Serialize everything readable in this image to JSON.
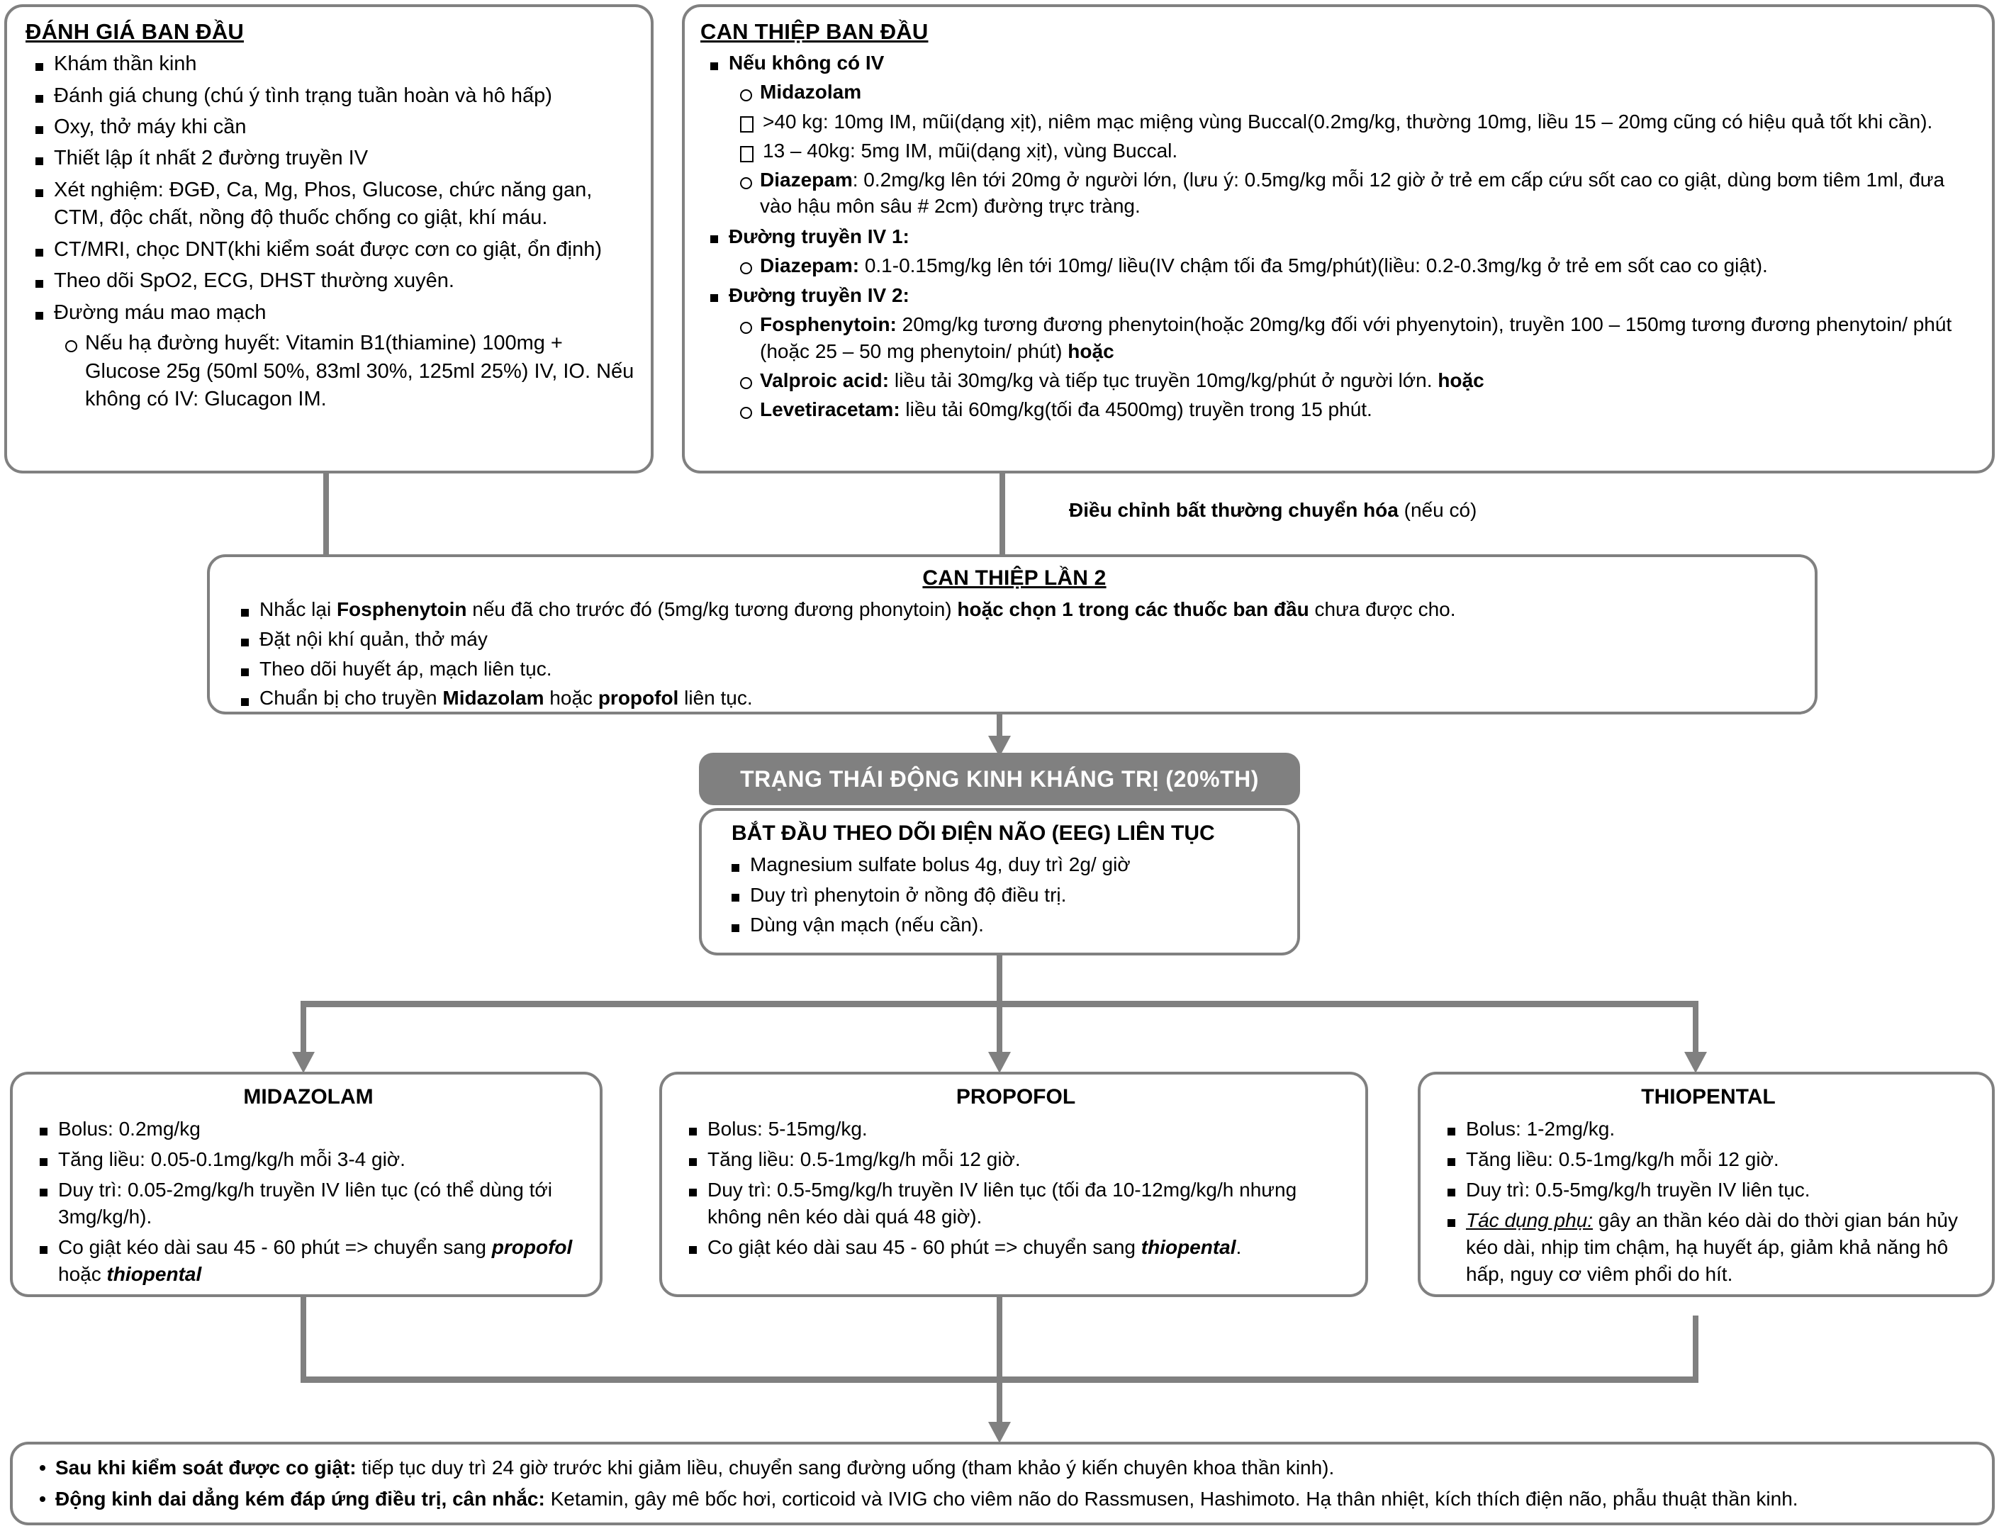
{
  "flowchart": {
    "title_implicit": "Phác đồ xử trí trạng thái động kinh",
    "colors": {
      "connector": "#808080",
      "box_border": "#808080",
      "header_fill": "#808080",
      "header_text": "#ffffff"
    }
  },
  "initial_assessment": {
    "title": "ĐÁNH GIÁ BAN ĐẦU",
    "items": [
      "Khám thần kinh",
      "Đánh giá chung (chú ý tình trạng tuần hoàn và hô hấp)",
      "Oxy, thở máy khi cần",
      "Thiết lập ít nhất 2 đường truyền IV",
      "Xét nghiệm: ĐGĐ, Ca, Mg, Phos, Glucose, chức năng gan, CTM, độc chất, nồng độ thuốc chống co giật, khí máu.",
      "CT/MRI, chọc DNT(khi kiểm soát được cơn co giật, ổn định)",
      "Theo dõi SpO2, ECG, DHST thường xuyên.",
      "Đường máu mao mạch"
    ],
    "sub_item": "Nếu hạ đường huyết: Vitamin B1(thiamine) 100mg + Glucose 25g (50ml 50%, 83ml 30%, 125ml 25%) IV, IO. Nếu không có IV: Glucagon IM."
  },
  "initial_intervention": {
    "title": "CAN THIỆP BAN ĐẦU",
    "no_iv": {
      "label": "Nếu không có IV",
      "midazolam": {
        "label": "Midazolam",
        "doses": [
          ">40 kg: 10mg IM, mũi(dạng xịt), niêm mạc miệng vùng Buccal(0.2mg/kg, thường 10mg, liều 15 – 20mg cũng có hiệu quả tốt khi cần).",
          "13 – 40kg: 5mg IM, mũi(dạng xịt), vùng Buccal."
        ]
      },
      "diazepam": {
        "label": "Diazepam",
        "text": ": 0.2mg/kg lên tới 20mg ở người lớn, (lưu ý: 0.5mg/kg mỗi 12 giờ ở trẻ em cấp cứu sốt cao co giật, dùng bơm tiêm 1ml, đưa vào hậu môn sâu # 2cm) đường trực tràng."
      }
    },
    "iv_line_1": {
      "label": "Đường truyền IV 1:",
      "diazepam_label": "Diazepam:",
      "diazepam_text": " 0.1-0.15mg/kg lên tới 10mg/ liều(IV chậm tối đa 5mg/phút)(liều: 0.2-0.3mg/kg ở trẻ em sốt cao co giật)."
    },
    "iv_line_2": {
      "label": "Đường truyền IV 2:",
      "drugs": [
        {
          "label": "Fosphenytoin:",
          "text": " 20mg/kg tương đương phenytoin(hoặc 20mg/kg đối với phyenytoin), truyền 100 – 150mg tương đương phenytoin/ phút (hoặc 25 – 50 mg phenytoin/ phút) ",
          "trailing_bold": "hoặc"
        },
        {
          "label": "Valproic acid:",
          "text": " liều tải 30mg/kg và tiếp tục truyền 10mg/kg/phút ở người lớn. ",
          "trailing_bold": "hoặc"
        },
        {
          "label": "Levetiracetam:",
          "text": " liều tải 60mg/kg(tối đa 4500mg) truyền trong 15 phút.",
          "trailing_bold": ""
        }
      ]
    }
  },
  "metabolic_note": {
    "bold": "Điều chỉnh bất thường chuyển hóa",
    "normal": " (nếu có)"
  },
  "second_intervention": {
    "title": "CAN THIỆP LẦN 2",
    "items": [
      {
        "pre": "Nhắc lại ",
        "bold1": "Fosphenytoin",
        "mid": " nếu đã cho trước đó (5mg/kg tương đương phonytoin) ",
        "bold2": "hoặc chọn 1 trong các thuốc ban đầu",
        "post": " chưa được cho."
      },
      {
        "pre": "Đặt nội khí quản, thở máy",
        "bold1": "",
        "mid": "",
        "bold2": "",
        "post": ""
      },
      {
        "pre": "Theo dõi huyết áp, mạch liên tục.",
        "bold1": "",
        "mid": "",
        "bold2": "",
        "post": ""
      },
      {
        "pre": "Chuẩn bị cho truyền ",
        "bold1": "Midazolam",
        "mid": " hoặc ",
        "bold2": "propofol",
        "post": " liên tục."
      }
    ]
  },
  "refractory_header": "TRẠNG THÁI ĐỘNG KINH KHÁNG TRỊ (20%TH)",
  "eeg_box": {
    "title": "BẮT ĐẦU THEO DÕI ĐIỆN NÃO (EEG) LIÊN TỤC",
    "items": [
      "Magnesium sulfate bolus 4g, duy trì 2g/ giờ",
      "Duy trì phenytoin ở nồng độ điều trị.",
      "Dùng vận mạch (nếu cần)."
    ]
  },
  "drugs": [
    {
      "name": "MIDAZOLAM",
      "items": [
        {
          "plain": "Bolus: 0.2mg/kg"
        },
        {
          "plain": "Tăng liều: 0.05-0.1mg/kg/h mỗi 3-4 giờ."
        },
        {
          "plain": "Duy trì: 0.05-2mg/kg/h truyền IV liên tục (có thể dùng tới 3mg/kg/h)."
        },
        {
          "pre": "Co giật kéo dài sau 45 - 60 phút => chuyển sang ",
          "bi1": "propofol",
          "mid": " hoặc ",
          "bi2": "thiopental",
          "post": ""
        }
      ]
    },
    {
      "name": "PROPOFOL",
      "items": [
        {
          "plain": "Bolus: 5-15mg/kg."
        },
        {
          "plain": "Tăng liều: 0.5-1mg/kg/h mỗi 12 giờ."
        },
        {
          "plain": "Duy trì: 0.5-5mg/kg/h truyền IV liên tục  (tối đa 10-12mg/kg/h nhưng không nên kéo dài quá 48 giờ)."
        },
        {
          "pre": "Co giật kéo dài sau 45 - 60 phút => chuyển sang ",
          "bi1": "thiopental",
          "mid": "",
          "bi2": "",
          "post": "."
        }
      ]
    },
    {
      "name": "THIOPENTAL",
      "items": [
        {
          "plain": "Bolus: 1-2mg/kg."
        },
        {
          "plain": "Tăng liều: 0.5-1mg/kg/h mỗi 12 giờ."
        },
        {
          "plain": "Duy trì: 0.5-5mg/kg/h truyền IV liên tục."
        },
        {
          "underline_italic": "Tác dụng phụ:",
          "post": " gây an thần kéo dài do thời gian bán hủy kéo dài, nhịp tim chậm, hạ huyết áp, giảm khả năng hô hấp, nguy cơ viêm phổi do hít."
        }
      ]
    }
  ],
  "final_box": {
    "items": [
      {
        "bold": "Sau khi kiểm soát được co giật:",
        "text": " tiếp tục duy trì 24 giờ trước khi giảm liều, chuyển sang đường uống (tham khảo ý kiến chuyên khoa thần kinh)."
      },
      {
        "bold": "Động kinh dai dẳng kém đáp ứng điều trị, cân nhắc:",
        "text": " Ketamin, gây mê bốc hơi, corticoid và IVIG cho viêm não do Rassmusen, Hashimoto. Hạ thân nhiệt, kích thích điện não, phẫu thuật thần kinh."
      }
    ]
  }
}
